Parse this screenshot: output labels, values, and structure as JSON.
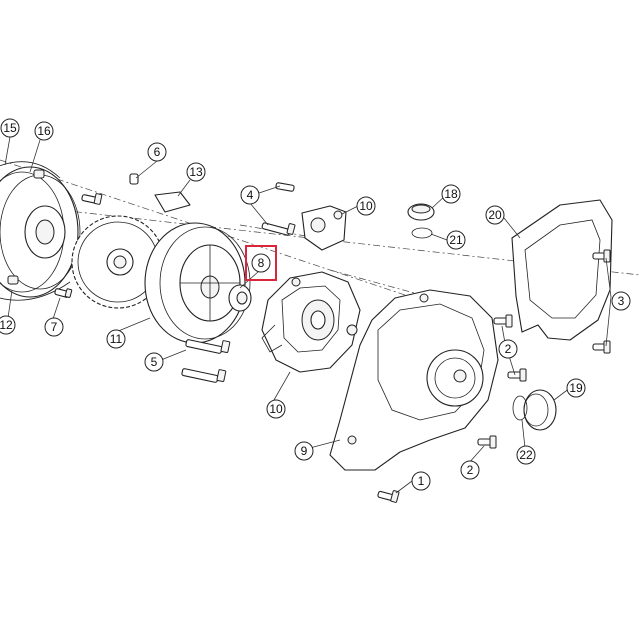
{
  "highlight_color": "#d9263a",
  "highlighted_callout": "8",
  "callouts": {
    "c1": "1",
    "c2a": "2",
    "c2b": "2",
    "c3": "3",
    "c4": "4",
    "c5": "5",
    "c6": "6",
    "c7": "7",
    "c8": "8",
    "c9": "9",
    "c10a": "10",
    "c10b": "10",
    "c11": "11",
    "c12": "12",
    "c13": "13",
    "c15": "15",
    "c16": "16",
    "c18": "18",
    "c19": "19",
    "c20": "20",
    "c21": "21",
    "c22": "22"
  }
}
